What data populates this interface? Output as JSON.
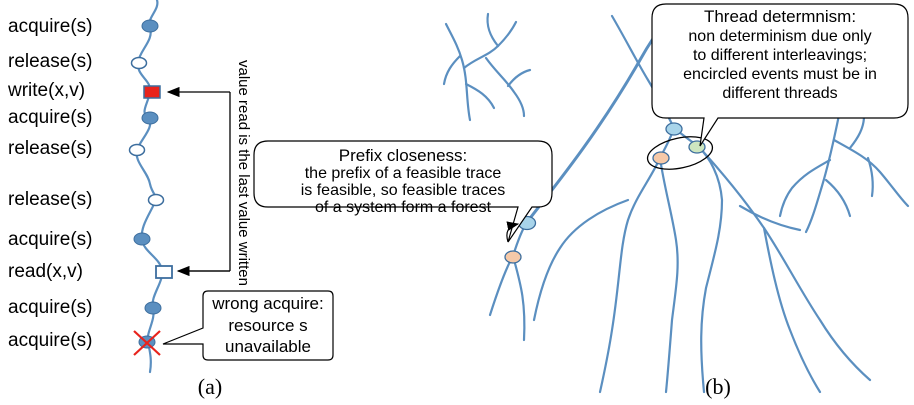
{
  "panel_a": {
    "events": [
      {
        "label": "acquire(s)",
        "marker": "filled-circle"
      },
      {
        "label": "release(s)",
        "marker": "open-circle"
      },
      {
        "label": "write(x,v)",
        "marker": "red-square"
      },
      {
        "label": "acquire(s)",
        "marker": "filled-circle"
      },
      {
        "label": "release(s)",
        "marker": "open-circle"
      },
      {
        "label": "release(s)",
        "marker": "open-circle"
      },
      {
        "label": "acquire(s)",
        "marker": "filled-circle"
      },
      {
        "label": "read(x,v)",
        "marker": "open-square"
      },
      {
        "label": "acquire(s)",
        "marker": "filled-circle"
      },
      {
        "label": "acquire(s)",
        "marker": "crossed-circle"
      }
    ],
    "arrow_label": "value read is the last value written",
    "wrong_callout": [
      "wrong acquire:",
      "resource s",
      "unavailable"
    ],
    "caption": "(a)"
  },
  "panel_b": {
    "prefix_callout": [
      "Prefix closeness:",
      "the prefix of a feasible trace",
      "is feasible, so feasible traces",
      "of a system form a forest"
    ],
    "thread_callout": [
      "Thread determnism:",
      "non determinism due only",
      "to different interleavings;",
      "encircled events must be in",
      "different threads"
    ],
    "caption": "(b)"
  },
  "colors": {
    "line": "#5b8fc0",
    "filled_node": "#5b8fc0",
    "light_node": "#a8d4ea",
    "peach_node": "#f6c9a8",
    "green_node": "#cde6c0",
    "red_square": "#e8231c",
    "cross": "#e8231c"
  }
}
